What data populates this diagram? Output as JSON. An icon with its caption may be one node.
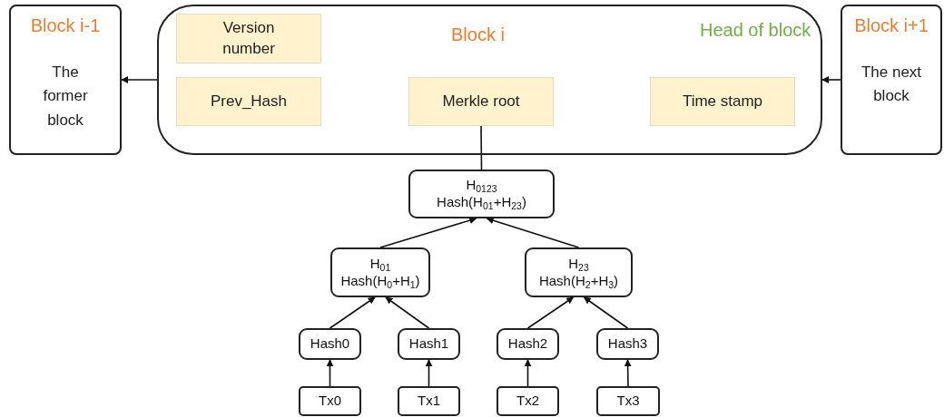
{
  "diagram": {
    "nodes": [
      {
        "text": [
          "Block i-1",
          "The former block"
        ]
      },
      {
        "text": [
          "Block i",
          "Head of block"
        ]
      },
      {
        "text": [
          "Version number"
        ],
        "in": 1
      },
      {
        "text": [
          "Prev_Hash"
        ],
        "in": 1
      },
      {
        "text": [
          "Merkle root"
        ],
        "in": 1
      },
      {
        "text": [
          "Time stamp"
        ],
        "in": 1
      },
      {
        "text": [
          "Block i+1",
          "The next block"
        ]
      },
      {
        "text": [
          "H$_{0123}$",
          "Hash(H$_{01}$+H$_{23}$)"
        ]
      },
      {
        "text": [
          "H$_{01}$",
          "Hash(H$_{0}$+H$_{1}$)"
        ]
      },
      {
        "text": [
          "H$_{23}$",
          "Hash(H$_{2}$+H$_{3}$)"
        ]
      },
      {
        "text": [
          "Hash0"
        ]
      },
      {
        "text": [
          "Hash1"
        ]
      },
      {
        "text": [
          "Hash2"
        ]
      },
      {
        "text": [
          "Hash3"
        ]
      },
      {
        "text": [
          "Tx0"
        ]
      },
      {
        "text": [
          "Tx1"
        ]
      },
      {
        "text": [
          "Tx2"
        ]
      },
      {
        "text": [
          "Tx3"
        ]
      }
    ],
    "edges": [
      {
        "from": 1,
        "to": 0,
        "arrow": "to"
      },
      {
        "from": 6,
        "to": 1,
        "arrow": "to"
      },
      {
        "from": 4,
        "to": 7,
        "arrow": "none"
      },
      {
        "from": 8,
        "to": 7,
        "arrow": "to"
      },
      {
        "from": 9,
        "to": 7,
        "arrow": "to"
      },
      {
        "from": 10,
        "to": 8,
        "arrow": "to"
      },
      {
        "from": 11,
        "to": 8,
        "arrow": "to"
      },
      {
        "from": 12,
        "to": 9,
        "arrow": "to"
      },
      {
        "from": 13,
        "to": 9,
        "arrow": "to"
      },
      {
        "from": 14,
        "to": 10,
        "arrow": "to"
      },
      {
        "from": 15,
        "to": 11,
        "arrow": "to"
      },
      {
        "from": 16,
        "to": 12,
        "arrow": "to"
      },
      {
        "from": 17,
        "to": 13,
        "arrow": "to"
      }
    ]
  }
}
